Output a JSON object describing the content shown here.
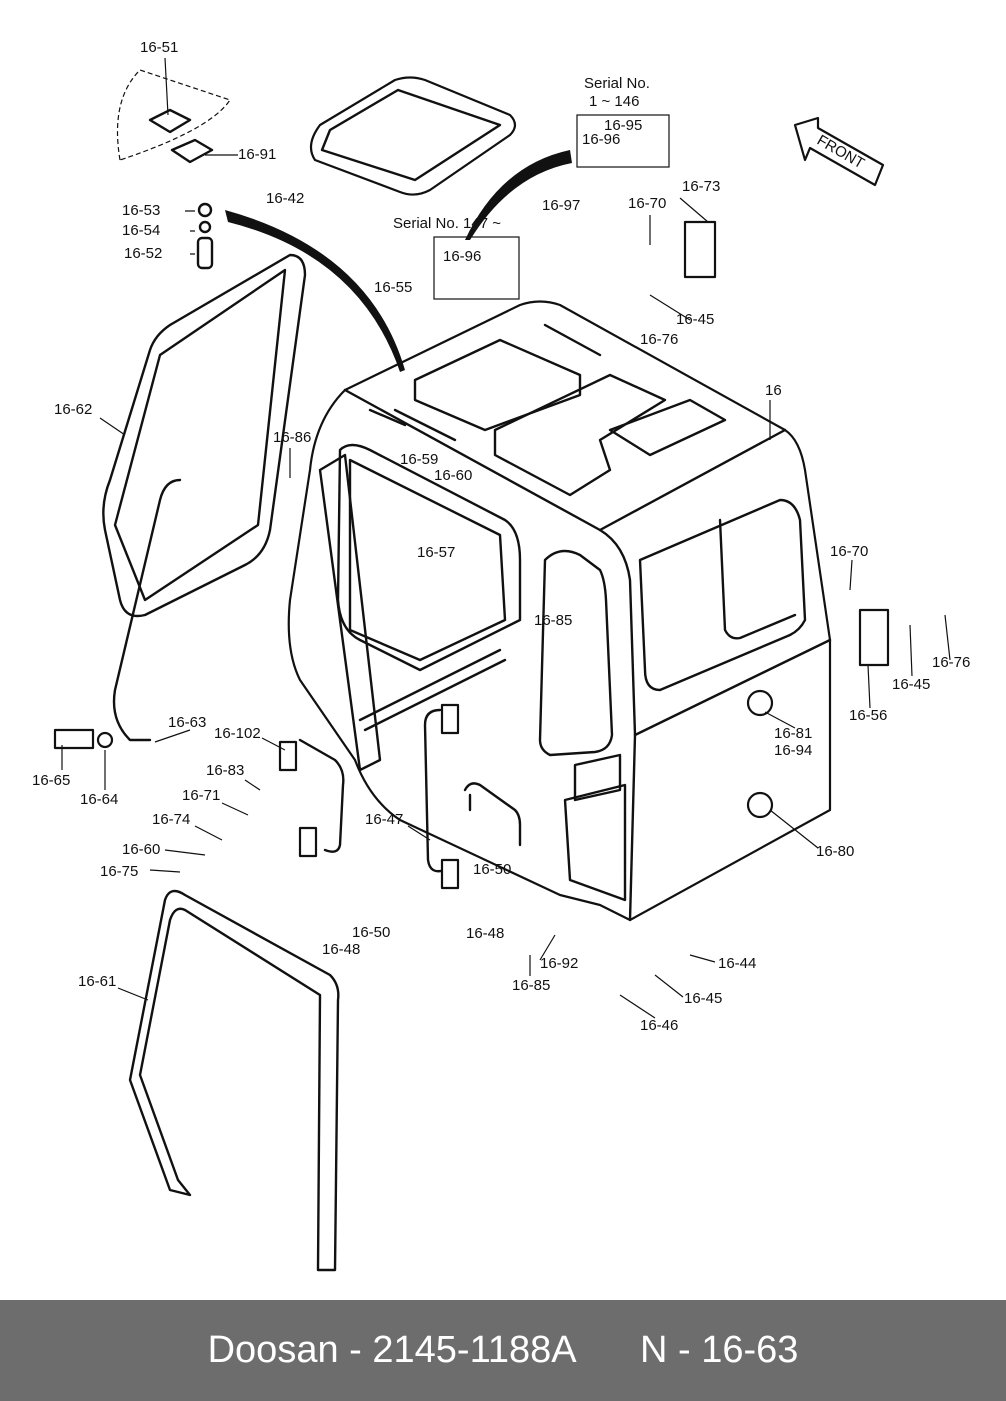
{
  "labels": [
    "16-51",
    "16-91",
    "16-42",
    "16-53",
    "16-54",
    "16-52",
    "Serial No.",
    "1 ~ 146",
    "16-95",
    "16-96",
    "16-97",
    "Serial No. 147 ~",
    "16-96",
    "16-70",
    "16-73",
    "16-55",
    "16-45",
    "16-76",
    "16",
    "16-62",
    "16-86",
    "16-59",
    "16-60",
    "16-57",
    "16-85",
    "16-70",
    "16-76",
    "16-45",
    "16-56",
    "16-81",
    "16-94",
    "16-63",
    "16-102",
    "16-65",
    "16-64",
    "16-83",
    "16-71",
    "16-74",
    "16-47",
    "16-60",
    "16-75",
    "16-80",
    "16-50",
    "16-50",
    "16-48",
    "16-48",
    "16-92",
    "16-44",
    "16-85",
    "16-45",
    "16-46",
    "16-61"
  ],
  "front_arrow": "FRONT",
  "footer": {
    "brand": "Doosan",
    "part_number": "2145-1188A",
    "ref": "N - 16-63",
    "separator": " - "
  }
}
